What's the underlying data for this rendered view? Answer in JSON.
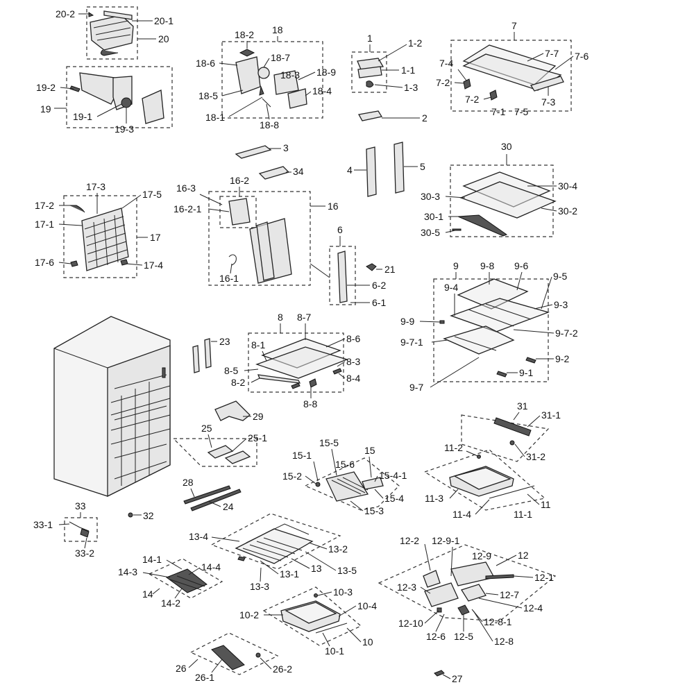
{
  "labels": {
    "l20_2": "20-2",
    "l20_1": "20-1",
    "l20": "20",
    "l19_2": "19-2",
    "l19": "19",
    "l19_1": "19-1",
    "l19_3": "19-3",
    "l18": "18",
    "l18_2": "18-2",
    "l18_7": "18-7",
    "l18_6": "18-6",
    "l18_3": "18-3",
    "l18_9": "18-9",
    "l18_4": "18-4",
    "l18_5": "18-5",
    "l18_1": "18-1",
    "l18_8": "18-8",
    "l1": "1",
    "l1_2": "1-2",
    "l1_1": "1-1",
    "l1_3": "1-3",
    "l2": "2",
    "l7": "7",
    "l7_7": "7-7",
    "l7_6": "7-6",
    "l7_4": "7-4",
    "l7_2a": "7-2",
    "l7_2b": "7-2",
    "l7_1": "7-1",
    "l7_5": "7-5",
    "l7_3": "7-3",
    "l3": "3",
    "l34": "34",
    "l4": "4",
    "l5": "5",
    "l30": "30",
    "l30_4": "30-4",
    "l30_3": "30-3",
    "l30_2": "30-2",
    "l30_1": "30-1",
    "l30_5": "30-5",
    "l17_3": "17-3",
    "l17_5": "17-5",
    "l17_2": "17-2",
    "l17_1": "17-1",
    "l17": "17",
    "l17_6": "17-6",
    "l17_4": "17-4",
    "l16_2": "16-2",
    "l16_3": "16-3",
    "l16_2_1": "16-2-1",
    "l16": "16",
    "l16_1": "16-1",
    "l6": "6",
    "l21": "21",
    "l6_2": "6-2",
    "l6_1": "6-1",
    "l9": "9",
    "l9_8": "9-8",
    "l9_6": "9-6",
    "l9_4": "9-4",
    "l9_5": "9-5",
    "l9_3": "9-3",
    "l9_9": "9-9",
    "l9_7_2": "9-7-2",
    "l9_7_1": "9-7-1",
    "l9_2": "9-2",
    "l9_1": "9-1",
    "l9_7": "9-7",
    "l8": "8",
    "l8_7": "8-7",
    "l8_6": "8-6",
    "l8_1": "8-1",
    "l8_3": "8-3",
    "l8_5": "8-5",
    "l8_4": "8-4",
    "l8_2": "8-2",
    "l8_8": "8-8",
    "l23": "23",
    "l29": "29",
    "l25": "25",
    "l25_1": "25-1",
    "l31": "31",
    "l31_1": "31-1",
    "l31_2": "31-2",
    "l11_2": "11-2",
    "l11_3": "11-3",
    "l11": "11",
    "l11_4": "11-4",
    "l11_1": "11-1",
    "l15_5": "15-5",
    "l15": "15",
    "l15_1": "15-1",
    "l15_6": "15-6",
    "l15_4_1": "15-4-1",
    "l15_2": "15-2",
    "l15_4": "15-4",
    "l15_3": "15-3",
    "l28": "28",
    "l24": "24",
    "l33": "33",
    "l33_1": "33-1",
    "l33_2": "33-2",
    "l32": "32",
    "l13_4": "13-4",
    "l13_2": "13-2",
    "l13_1": "13-1",
    "l13": "13",
    "l13_5": "13-5",
    "l13_3": "13-3",
    "l14_1": "14-1",
    "l14_3": "14-3",
    "l14_4": "14-4",
    "l14": "14",
    "l14_2": "14-2",
    "l12_2": "12-2",
    "l12_9_1": "12-9-1",
    "l12_9": "12-9",
    "l12": "12",
    "l12_1": "12-1",
    "l12_3": "12-3",
    "l12_7": "12-7",
    "l12_4": "12-4",
    "l12_8_1": "12-8-1",
    "l12_10": "12-10",
    "l12_6": "12-6",
    "l12_5": "12-5",
    "l12_8": "12-8",
    "l10_3": "10-3",
    "l10_4": "10-4",
    "l10_2": "10-2",
    "l10": "10",
    "l10_1": "10-1",
    "l26": "26",
    "l26_1": "26-1",
    "l26_2": "26-2",
    "l27": "27"
  }
}
